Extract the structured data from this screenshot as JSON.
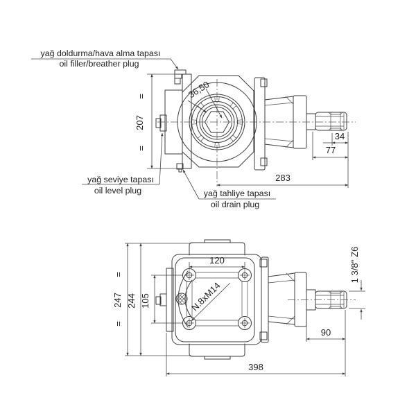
{
  "colors": {
    "background": "#ffffff",
    "line": "#3b3b3b",
    "text": "#1e1e1e"
  },
  "top_view": {
    "labels": {
      "filler_tr": "yağ doldurma/hava alma tapası",
      "filler_en": "oil filler/breather plug",
      "level_tr": "yağ seviye tapası",
      "level_en": "oil level plug",
      "drain_tr": "yağ tahliye tapası",
      "drain_en": "oil drain plug"
    },
    "dims": {
      "hex_socket": "36,50",
      "body_height": "207",
      "spline_groove": "34",
      "shaft_length": "77",
      "center_to_shaft_end": "283",
      "equal_mark": "="
    }
  },
  "bottom_view": {
    "dims": {
      "bolt_spacing_h": "120",
      "bolt_spacing_v": "105",
      "bolt_spec": "N.8xM14",
      "overall_height": "247",
      "body_height": "244",
      "shaft_length": "90",
      "overall_length": "398",
      "pto_spline": "1 3/8'' Z6",
      "equal_mark": "="
    }
  }
}
